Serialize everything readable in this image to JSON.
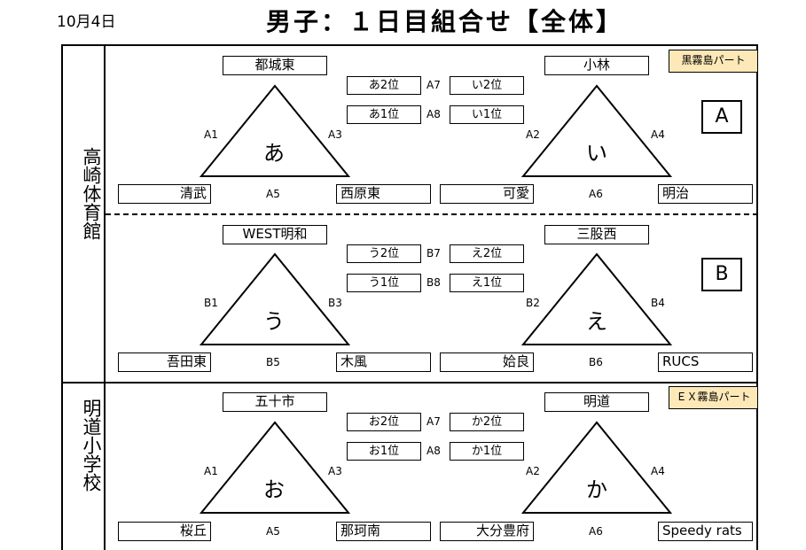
{
  "header": {
    "date": "10月4日",
    "title": "男子：１日目組合せ【全体】"
  },
  "venues": {
    "v1": "高崎体育館",
    "v2": "明道小学校"
  },
  "parts": {
    "p1": "黒霧島パート",
    "p2": "ＥＸ霧島パート"
  },
  "groups": {
    "a": "A",
    "b": "B"
  },
  "s1": {
    "left": {
      "top_team": "都城東",
      "left_team": "清武",
      "right_team": "西原東",
      "mark": "あ",
      "l_label": "A1",
      "r_label": "A3",
      "b_label": "A5"
    },
    "right": {
      "top_team": "小林",
      "left_team": "可愛",
      "right_team": "明治",
      "mark": "い",
      "l_label": "A2",
      "r_label": "A4",
      "b_label": "A6"
    },
    "m1": {
      "left": "あ2位",
      "code": "A7",
      "right": "い2位"
    },
    "m2": {
      "left": "あ1位",
      "code": "A8",
      "right": "い1位"
    }
  },
  "s2": {
    "left": {
      "top_team": "WEST明和",
      "left_team": "吾田東",
      "right_team": "木風",
      "mark": "う",
      "l_label": "B1",
      "r_label": "B3",
      "b_label": "B5"
    },
    "right": {
      "top_team": "三股西",
      "left_team": "姶良",
      "right_team": "RUCS",
      "mark": "え",
      "l_label": "B2",
      "r_label": "B4",
      "b_label": "B6"
    },
    "m1": {
      "left": "う2位",
      "code": "B7",
      "right": "え2位"
    },
    "m2": {
      "left": "う1位",
      "code": "B8",
      "right": "え1位"
    }
  },
  "s3": {
    "left": {
      "top_team": "五十市",
      "left_team": "桜丘",
      "right_team": "那珂南",
      "mark": "お",
      "l_label": "A1",
      "r_label": "A3",
      "b_label": "A5"
    },
    "right": {
      "top_team": "明道",
      "left_team": "大分豊府",
      "right_team": "Speedy rats",
      "mark": "か",
      "l_label": "A2",
      "r_label": "A4",
      "b_label": "A6"
    },
    "m1": {
      "left": "お2位",
      "code": "A7",
      "right": "か2位"
    },
    "m2": {
      "left": "お1位",
      "code": "A8",
      "right": "か1位"
    }
  }
}
